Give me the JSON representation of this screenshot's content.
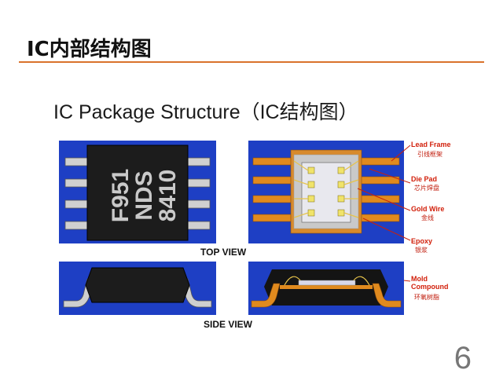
{
  "slide": {
    "title": "IC内部结构图",
    "subtitle": "IC Package Structure（IC结构图）",
    "page_number": "6"
  },
  "chip_marking": [
    "F951",
    "NDS",
    "8410"
  ],
  "views": {
    "top": "TOP VIEW",
    "side": "SIDE VIEW"
  },
  "callouts": [
    {
      "en": "Lead Frame",
      "zh": "引线框架"
    },
    {
      "en": "Die Pad",
      "zh": "芯片焊盘"
    },
    {
      "en": "Gold Wire",
      "zh": "金线"
    },
    {
      "en": "Epoxy",
      "zh": "银浆"
    },
    {
      "en": "Mold Compound",
      "zh": "环氧树脂"
    }
  ],
  "colors": {
    "accent_rule": "#d9722c",
    "panel_blue": "#1e3fc4",
    "lead_orange": "#e08a1e",
    "callout_red": "#d2200b"
  }
}
